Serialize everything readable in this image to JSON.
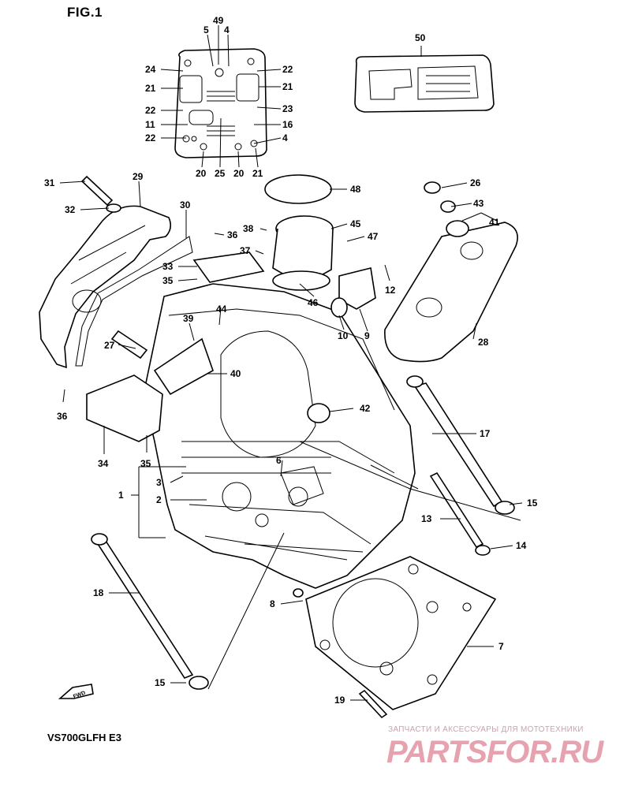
{
  "figure_title": "FIG.1",
  "model_code": "VS700GLFH  E3",
  "watermark": {
    "caption": "ЗАПЧАСТИ И АКСЕССУАРЫ ДЛЯ МОТОТЕХНИКИ",
    "logo": "PARTSFOR.RU"
  },
  "fwd_arrow_label": "FWD",
  "callouts": {
    "c49": "49",
    "c5": "5",
    "c4a": "4",
    "c24": "24",
    "c22a": "22",
    "c21a": "21",
    "c21b": "21",
    "c22b": "22",
    "c23": "23",
    "c11": "11",
    "c16": "16",
    "c22c": "22",
    "c4b": "4",
    "c20a": "20",
    "c25": "25",
    "c20b": "20",
    "c21c": "21",
    "c50": "50",
    "c31": "31",
    "c29": "29",
    "c32": "32",
    "c30": "30",
    "c36a": "36",
    "c38": "38",
    "c48": "48",
    "c45": "45",
    "c47": "47",
    "c26": "26",
    "c43": "43",
    "c41": "41",
    "c37": "37",
    "c33": "33",
    "c35a": "35",
    "c12": "12",
    "c46": "46",
    "c10": "10",
    "c9": "9",
    "c28": "28",
    "c44": "44",
    "c39": "39",
    "c27": "27",
    "c40": "40",
    "c36b": "36",
    "c42": "42",
    "c17": "17",
    "c34": "34",
    "c35b": "35",
    "c6": "6",
    "c3": "3",
    "c1": "1",
    "c2": "2",
    "c15a": "15",
    "c13": "13",
    "c14": "14",
    "c18": "18",
    "c8": "8",
    "c7": "7",
    "c15b": "15",
    "c19": "19"
  }
}
